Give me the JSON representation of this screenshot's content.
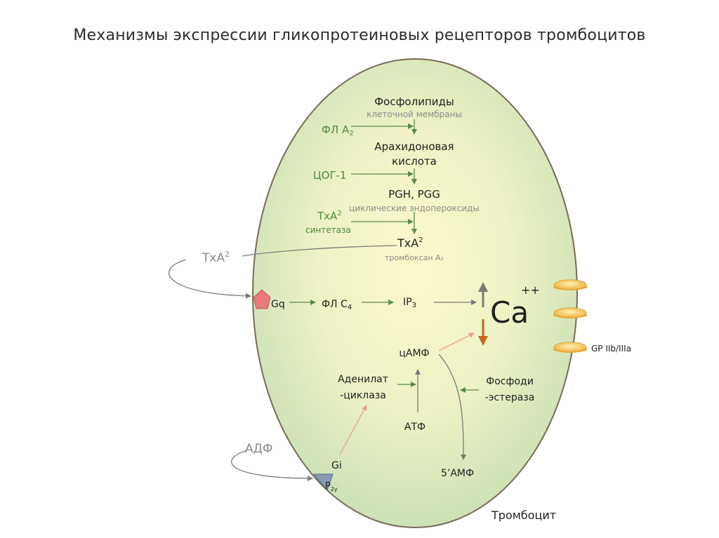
{
  "title": "Механизмы экспрессии гликопротеиновых рецепторов тромбоцитов",
  "cascade": {
    "phospholipids": "Фосфолипиды",
    "phospholipids_sub": "клеточной мембраны",
    "pla2": "ФЛ А",
    "pla2_sub": "2",
    "arachidonic_1": "Арахидоновая",
    "arachidonic_2": "кислота",
    "cox1": "ЦОГ-1",
    "pgh_pgg": "PGH, PGG",
    "pgh_sub": "циклические эндопероксиды",
    "txa2_synthase": "ТхА",
    "txa2_synthase_sub": "2",
    "synthase_word": "синтетаза",
    "txa2": "ТхА",
    "txa2_sub": "2",
    "thromboxane": "тромбоксан А₂"
  },
  "external": {
    "txa2": "ТхА",
    "txa2_sub": "2",
    "adp": "АДФ"
  },
  "signaling": {
    "gq": "Gq",
    "plc": "ФЛ С",
    "plc_sub": "4",
    "ip3": "IP",
    "ip3_sub": "3",
    "ca": "Ca",
    "ca_charge": "++",
    "camp": "цАМФ",
    "adenylate_1": "Аденилат",
    "adenylate_2": "-циклаза",
    "pde_1": "Фосфоди",
    "pde_2": "-эстераза",
    "atp": "АТФ",
    "gi": "Gi",
    "p2y": "P",
    "p2y_sub": "2y",
    "amp": "5’АМФ"
  },
  "receptor_label": "GP IIb/IIIa",
  "cell_label": "Тромбоцит",
  "colors": {
    "cell_outline": "#7a6a5a",
    "cell_fill_center": "#fbf8c8",
    "cell_fill_edge": "#cfe3b8",
    "green_text": "#4e8a3a",
    "grey_text": "#8a8a8a",
    "gq_receptor": "#e87a78",
    "p2y_receptor": "#8a9ab5",
    "gp_receptor": "#f2b84a",
    "up_arrow": "#7a7a7a",
    "down_arrow": "#c8641e"
  }
}
